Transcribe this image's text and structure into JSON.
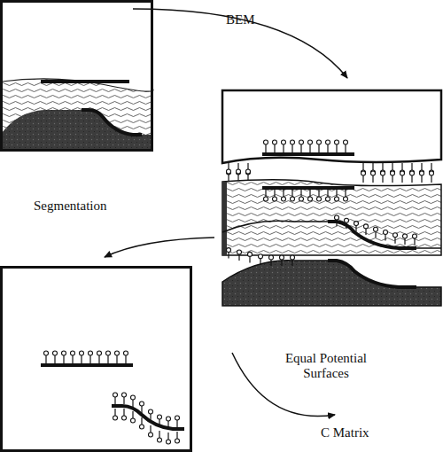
{
  "diagram": {
    "labels": [
      "BEM",
      "Segmentation",
      "Equal Potential Surfaces",
      "C Matrix"
    ]
  }
}
